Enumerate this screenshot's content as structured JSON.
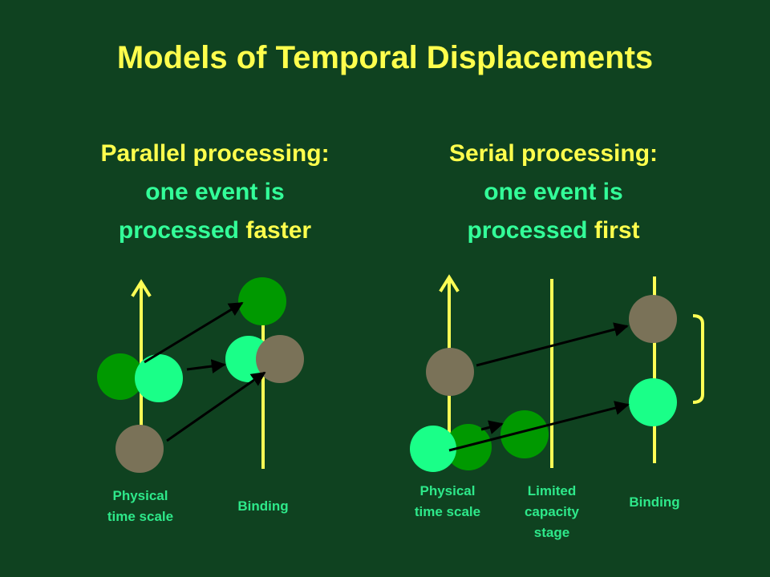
{
  "title": "Models of Temporal Displacements",
  "colors": {
    "background": "#0f4220",
    "title": "#ffff4d",
    "accent_text": "#33ff99",
    "label_text": "#2ee88a",
    "axis_line": "#ffff55",
    "arrow": "#000000",
    "circle_dark_green": "#009900",
    "circle_light_green": "#1aff88",
    "circle_brown": "#7a7258"
  },
  "left_panel": {
    "heading_line1": "Parallel processing:",
    "heading_line2": "one event is",
    "heading_line3a": "processed ",
    "heading_line3b": "faster",
    "labels": {
      "physical_line1": "Physical",
      "physical_line2": "time scale",
      "binding": "Binding"
    },
    "icons": [
      "up-arrow-icon"
    ]
  },
  "right_panel": {
    "heading_line1": "Serial processing:",
    "heading_line2": "one event is",
    "heading_line3a": "processed ",
    "heading_line3b": "first",
    "labels": {
      "physical_line1": "Physical",
      "physical_line2": "time scale",
      "limited_line1": "Limited",
      "limited_line2": "capacity",
      "limited_line3": "stage",
      "binding": "Binding"
    },
    "icons": [
      "up-arrow-icon",
      "right-bracket-icon"
    ]
  }
}
